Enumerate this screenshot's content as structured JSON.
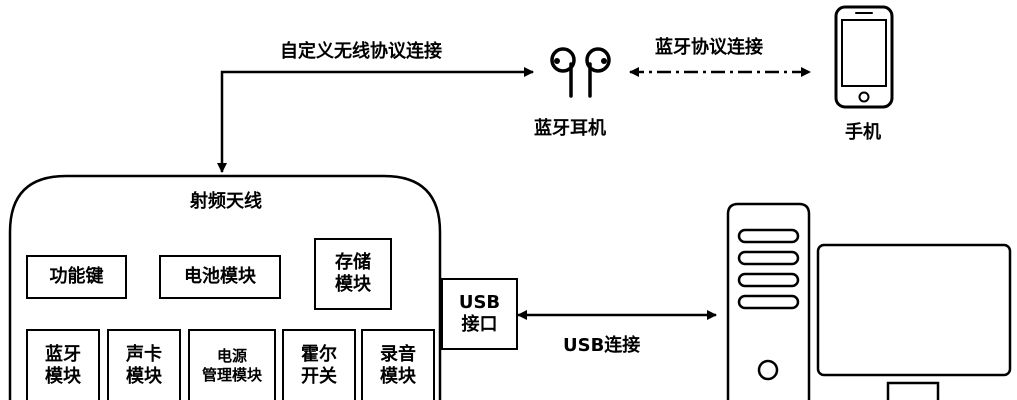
{
  "diagram": {
    "links": {
      "custom_wireless": "自定义无线协议连接",
      "bluetooth_protocol": "蓝牙协议连接",
      "usb": "USB连接"
    },
    "devices": {
      "earphones": "蓝牙耳机",
      "phone": "手机"
    },
    "main_unit": {
      "antenna": "射频天线",
      "function_keys": "功能键",
      "battery_module": "电池模块",
      "storage_module": "存储\n模块",
      "usb_port": "USB\n接口",
      "bluetooth_module": "蓝牙\n模块",
      "sound_card_module": "声卡\n模块",
      "power_module": "电源\n管理模块",
      "hall_switch": "霍尔\n开关",
      "recording_module": "录音\n模块"
    }
  }
}
